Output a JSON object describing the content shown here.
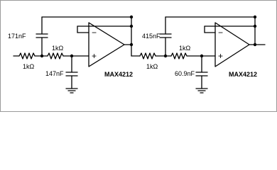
{
  "stage1": {
    "r_in": "1kΩ",
    "r_mid": "1kΩ",
    "c_feedback": "171nF",
    "c_ground": "147nF",
    "opamp": "MAX4212",
    "minus": "−",
    "plus": "+"
  },
  "stage2": {
    "r_in": "1kΩ",
    "r_mid": "1kΩ",
    "c_feedback": "415nF",
    "c_ground": "60.9nF",
    "opamp": "MAX4212",
    "minus": "−",
    "plus": "+"
  }
}
